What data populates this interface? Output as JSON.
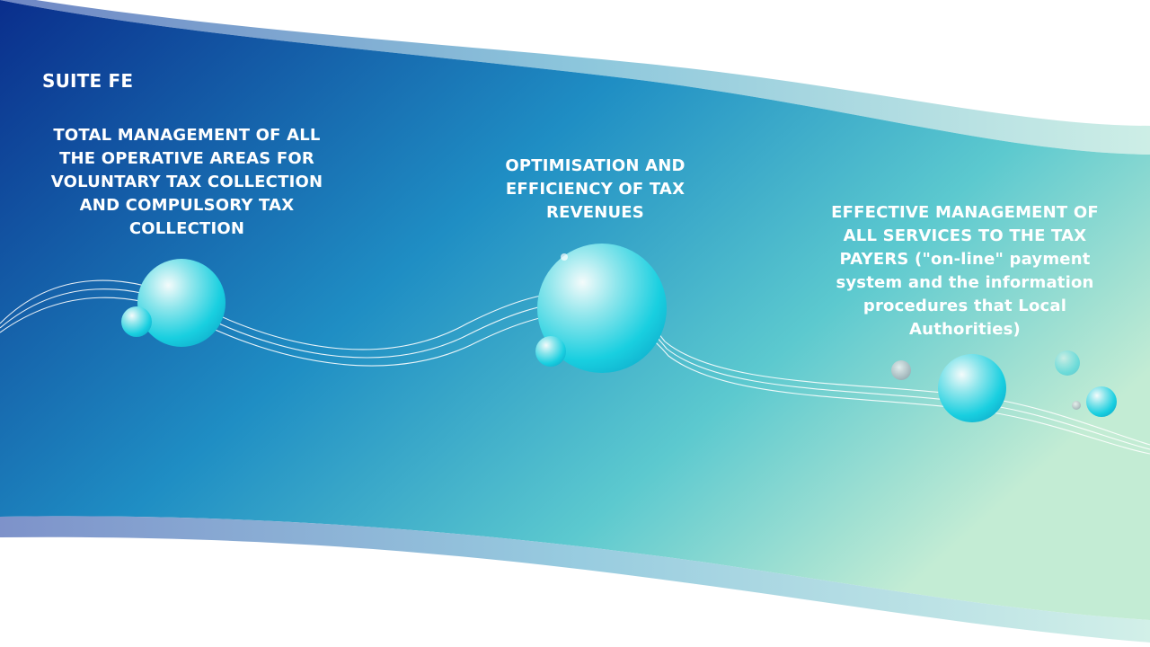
{
  "slide": {
    "brand": "SUITE FE",
    "blocks": [
      {
        "lines": [
          "TOTAL MANAGEMENT OF ALL",
          "THE OPERATIVE AREAS FOR",
          "VOLUNTARY TAX COLLECTION",
          "AND COMPULSORY TAX",
          "COLLECTION"
        ]
      },
      {
        "lines": [
          "OPTIMISATION AND",
          "EFFICIENCY OF TAX",
          "REVENUES"
        ]
      },
      {
        "lines": [
          "EFFECTIVE MANAGEMENT OF",
          "ALL SERVICES TO THE TAX",
          "PAYERS (\"on-line\" payment",
          "system and the information",
          "procedures that Local",
          "Authorities)"
        ]
      }
    ]
  },
  "colors": {
    "band_start": "#0a2e8c",
    "band_mid": "#1f8ec4",
    "band_end": "#bfead2",
    "sphere": "#19cfe0",
    "text": "#ffffff"
  }
}
